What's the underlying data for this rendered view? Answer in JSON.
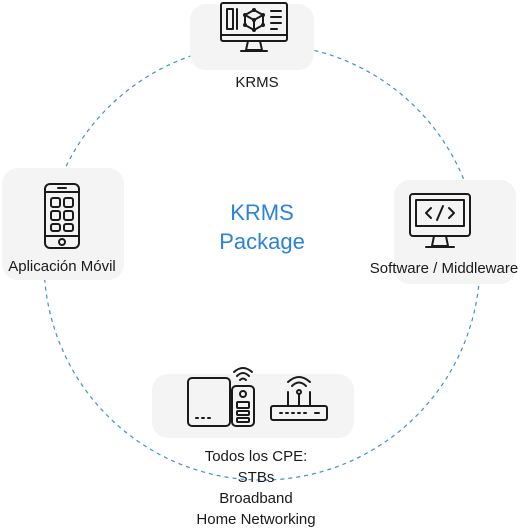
{
  "center": {
    "line1": "KRMS",
    "line2": "Package"
  },
  "nodes": {
    "krms": {
      "label": "KRMS",
      "icon": "monitor-dashboard-icon"
    },
    "software": {
      "label": "Software / Middleware",
      "icon": "monitor-code-icon"
    },
    "mobile": {
      "label": "Aplicación Móvil",
      "icon": "smartphone-apps-icon"
    },
    "cpe": {
      "line1": "Todos los CPE:",
      "line2": "STBs",
      "line3": "Broadband",
      "line4": "Home Networking",
      "icons": [
        "set-top-box-remote-icon",
        "wifi-router-icon"
      ]
    }
  },
  "colors": {
    "accent": "#2b82d9",
    "ring": "#3a8fe0",
    "box": "#f4f4f4",
    "icon_stroke": "#1a1a1a"
  }
}
